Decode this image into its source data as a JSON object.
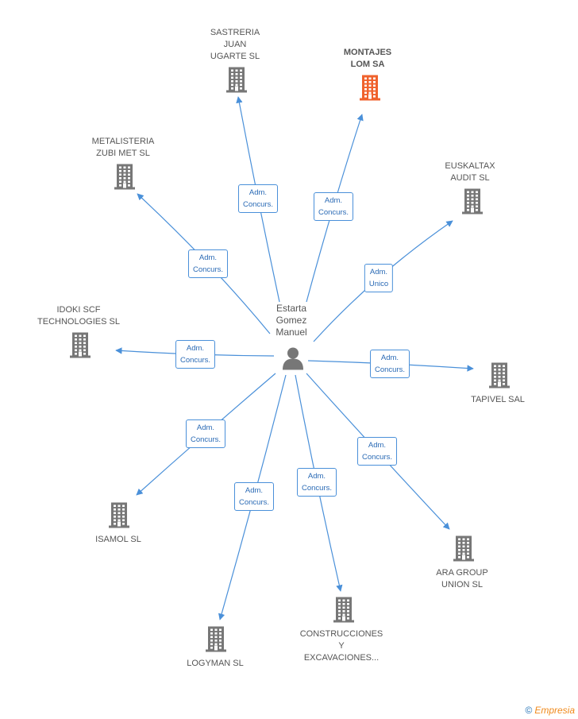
{
  "center": {
    "name": "Estarta\nGomez\nManuel",
    "icon": "person-icon"
  },
  "companies": [
    {
      "id": "sastreria",
      "name": "SASTRERIA\nJUAN\nUGARTE SL",
      "icon": "building-icon",
      "highlight": false,
      "relation": "Adm.\nConcurs."
    },
    {
      "id": "montajes",
      "name": "MONTAJES\nLOM SA",
      "icon": "building-icon",
      "highlight": true,
      "relation": "Adm.\nConcurs."
    },
    {
      "id": "metalisteria",
      "name": "METALISTERIA\nZUBI MET SL",
      "icon": "building-icon",
      "highlight": false,
      "relation": "Adm.\nConcurs."
    },
    {
      "id": "euskaltax",
      "name": "EUSKALTAX\nAUDIT SL",
      "icon": "building-icon",
      "highlight": false,
      "relation": "Adm.\nUnico"
    },
    {
      "id": "idoki",
      "name": "IDOKI SCF\nTECHNOLOGIES SL",
      "icon": "building-icon",
      "highlight": false,
      "relation": "Adm.\nConcurs."
    },
    {
      "id": "tapivel",
      "name": "TAPIVEL SAL",
      "icon": "building-icon",
      "highlight": false,
      "relation": "Adm.\nConcurs."
    },
    {
      "id": "isamol",
      "name": "ISAMOL SL",
      "icon": "building-icon",
      "highlight": false,
      "relation": "Adm.\nConcurs."
    },
    {
      "id": "aragroup",
      "name": "ARA GROUP\nUNION SL",
      "icon": "building-icon",
      "highlight": false,
      "relation": "Adm.\nConcurs."
    },
    {
      "id": "construcciones",
      "name": "CONSTRUCCIONES\nY\nEXCAVACIONES...",
      "icon": "building-icon",
      "highlight": false,
      "relation": "Adm.\nConcurs."
    },
    {
      "id": "logyman",
      "name": "LOGYMAN SL",
      "icon": "building-icon",
      "highlight": false,
      "relation": "Adm.\nConcurs."
    }
  ],
  "colors": {
    "edge": "#4a90d9",
    "building": "#777777",
    "building_highlight": "#f0622d",
    "person": "#777777"
  },
  "footer": {
    "copyright": "©",
    "brand": "Empresia"
  }
}
